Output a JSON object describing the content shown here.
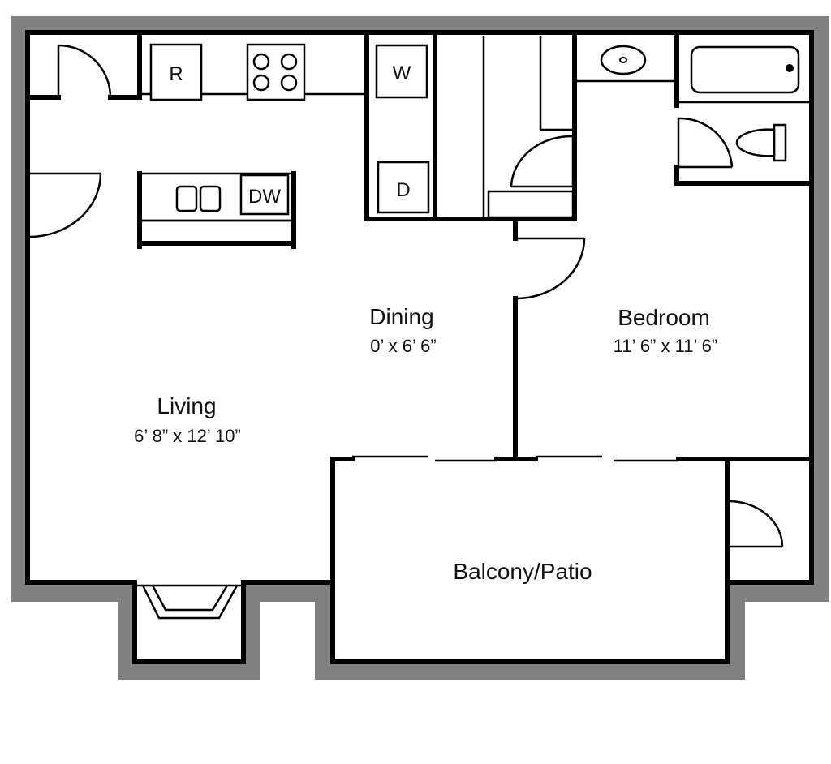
{
  "colors": {
    "outer_shell": "#808080",
    "wall": "#000000",
    "floor": "#ffffff",
    "text": "#111111"
  },
  "rooms": {
    "dining": {
      "name": "Dining",
      "dimensions": "0’ x 6’ 6”"
    },
    "bedroom": {
      "name": "Bedroom",
      "dimensions": "11’ 6” x 11’ 6”"
    },
    "living": {
      "name": "Living",
      "dimensions": "6’ 8” x 12’ 10”"
    },
    "balcony": {
      "name": "Balcony/Patio"
    }
  },
  "appliances": {
    "refrigerator": "R",
    "washer": "W",
    "dryer": "D",
    "dishwasher": "DW"
  },
  "icons": [
    "range-icon",
    "sink-icon",
    "bathtub-icon",
    "toilet-icon",
    "bathroom-sink-icon",
    "fireplace-icon"
  ]
}
